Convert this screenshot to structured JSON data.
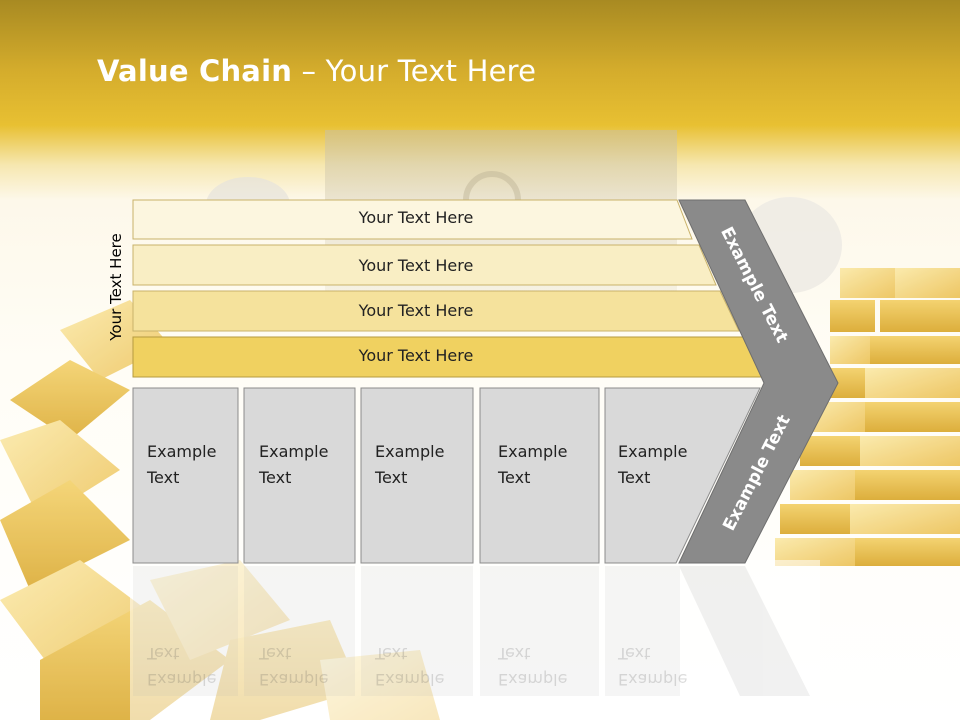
{
  "title": {
    "bold": "Value Chain",
    "rest": " – Your Text Here"
  },
  "side_label": "Your Text Here",
  "rows": [
    "Your Text Here",
    "Your Text Here",
    "Your Text Here",
    "Your Text Here"
  ],
  "boxes": [
    "Example Text",
    "Example Text",
    "Example Text",
    "Example Text",
    "Example Text"
  ],
  "chevron_top": "Example Text",
  "chevron_bottom": "Example Text",
  "colors": {
    "row_1": "#fcf6df",
    "row_2": "#f9eec4",
    "row_3": "#f5e29c",
    "row_4": "#f0d160",
    "box_fill": "#d9d9d9",
    "chevron": "#8a8a8a",
    "header_gold": "#d4ac2c"
  }
}
